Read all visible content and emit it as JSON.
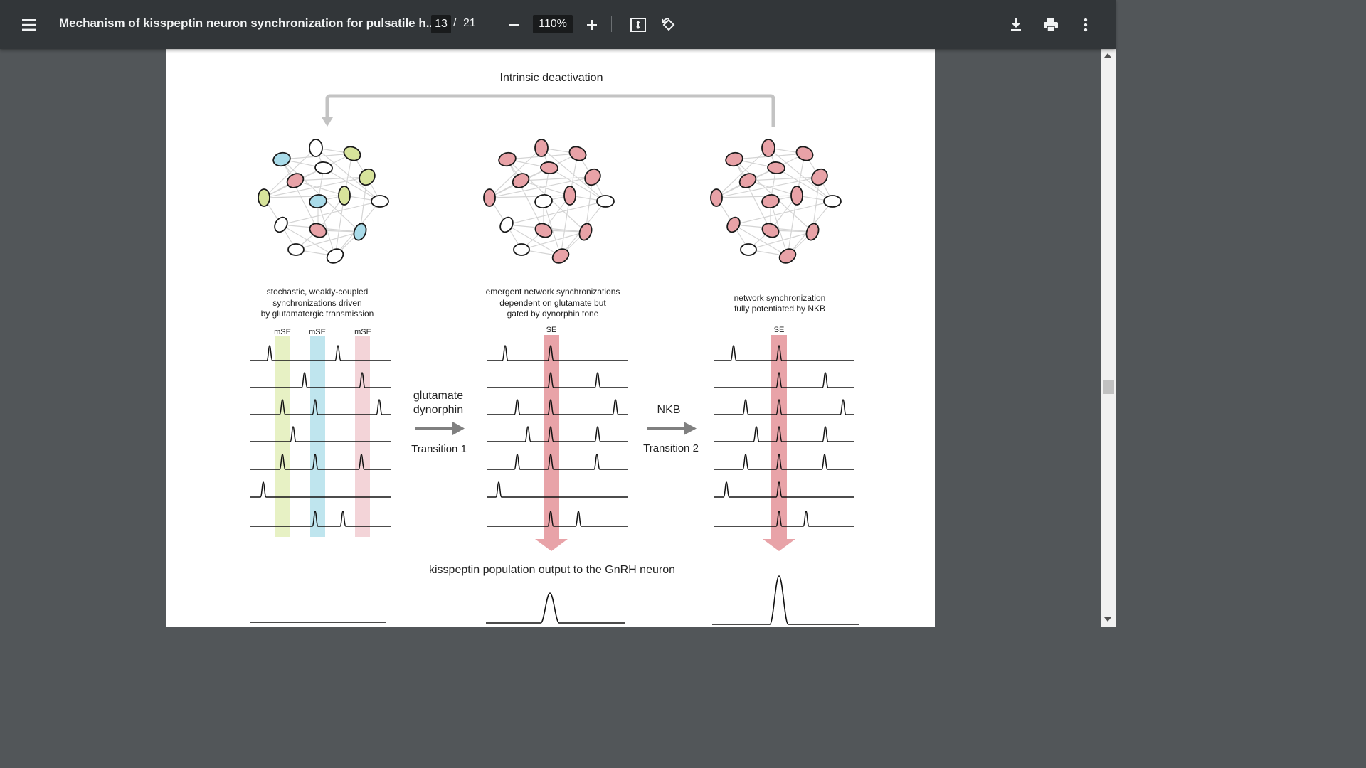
{
  "toolbar": {
    "menu_icon": "hamburger-menu-icon",
    "title": "Mechanism of kisspeptin neuron synchronization for pulsatile h...",
    "current_page": "13",
    "page_separator": "/",
    "total_pages": "21",
    "zoom": "110%",
    "icons": [
      "minus-icon",
      "plus-icon",
      "fit-to-page-icon",
      "rotate-icon",
      "download-icon",
      "print-icon",
      "more-vert-icon"
    ]
  },
  "figure": {
    "top_label": "Intrinsic deactivation",
    "panel1": {
      "caption": [
        "stochastic, weakly-coupled",
        "synchronizations driven",
        "by glutamatergic transmission"
      ],
      "band_labels": [
        "mSE",
        "mSE",
        "mSE"
      ]
    },
    "transition1": {
      "label_lines": [
        "glutamate",
        "dynorphin"
      ],
      "name": "Transition 1"
    },
    "panel2": {
      "caption": [
        "emergent network synchronizations",
        "dependent on glutamate but",
        "gated by dynorphin tone"
      ],
      "band_label": "SE"
    },
    "transition2": {
      "label_lines": [
        "NKB"
      ],
      "name": "Transition 2"
    },
    "panel3": {
      "caption": [
        "network synchronization",
        "fully potentiated by NKB"
      ],
      "band_label": "SE"
    },
    "output_label": "kisspeptin population output to the GnRH neuron"
  },
  "colors": {
    "toolbar_bg": "#323639",
    "viewer_bg": "#525659",
    "neuron_pink": "#e8a2a7",
    "neuron_blue": "#a9dbe9",
    "neuron_green": "#d7e39b",
    "band_green": "#e7f1c4",
    "band_blue": "#bfe5ee",
    "band_pink": "#f3d4d8",
    "band_red": "#e8a3a8",
    "arrow_gray": "#808080"
  }
}
